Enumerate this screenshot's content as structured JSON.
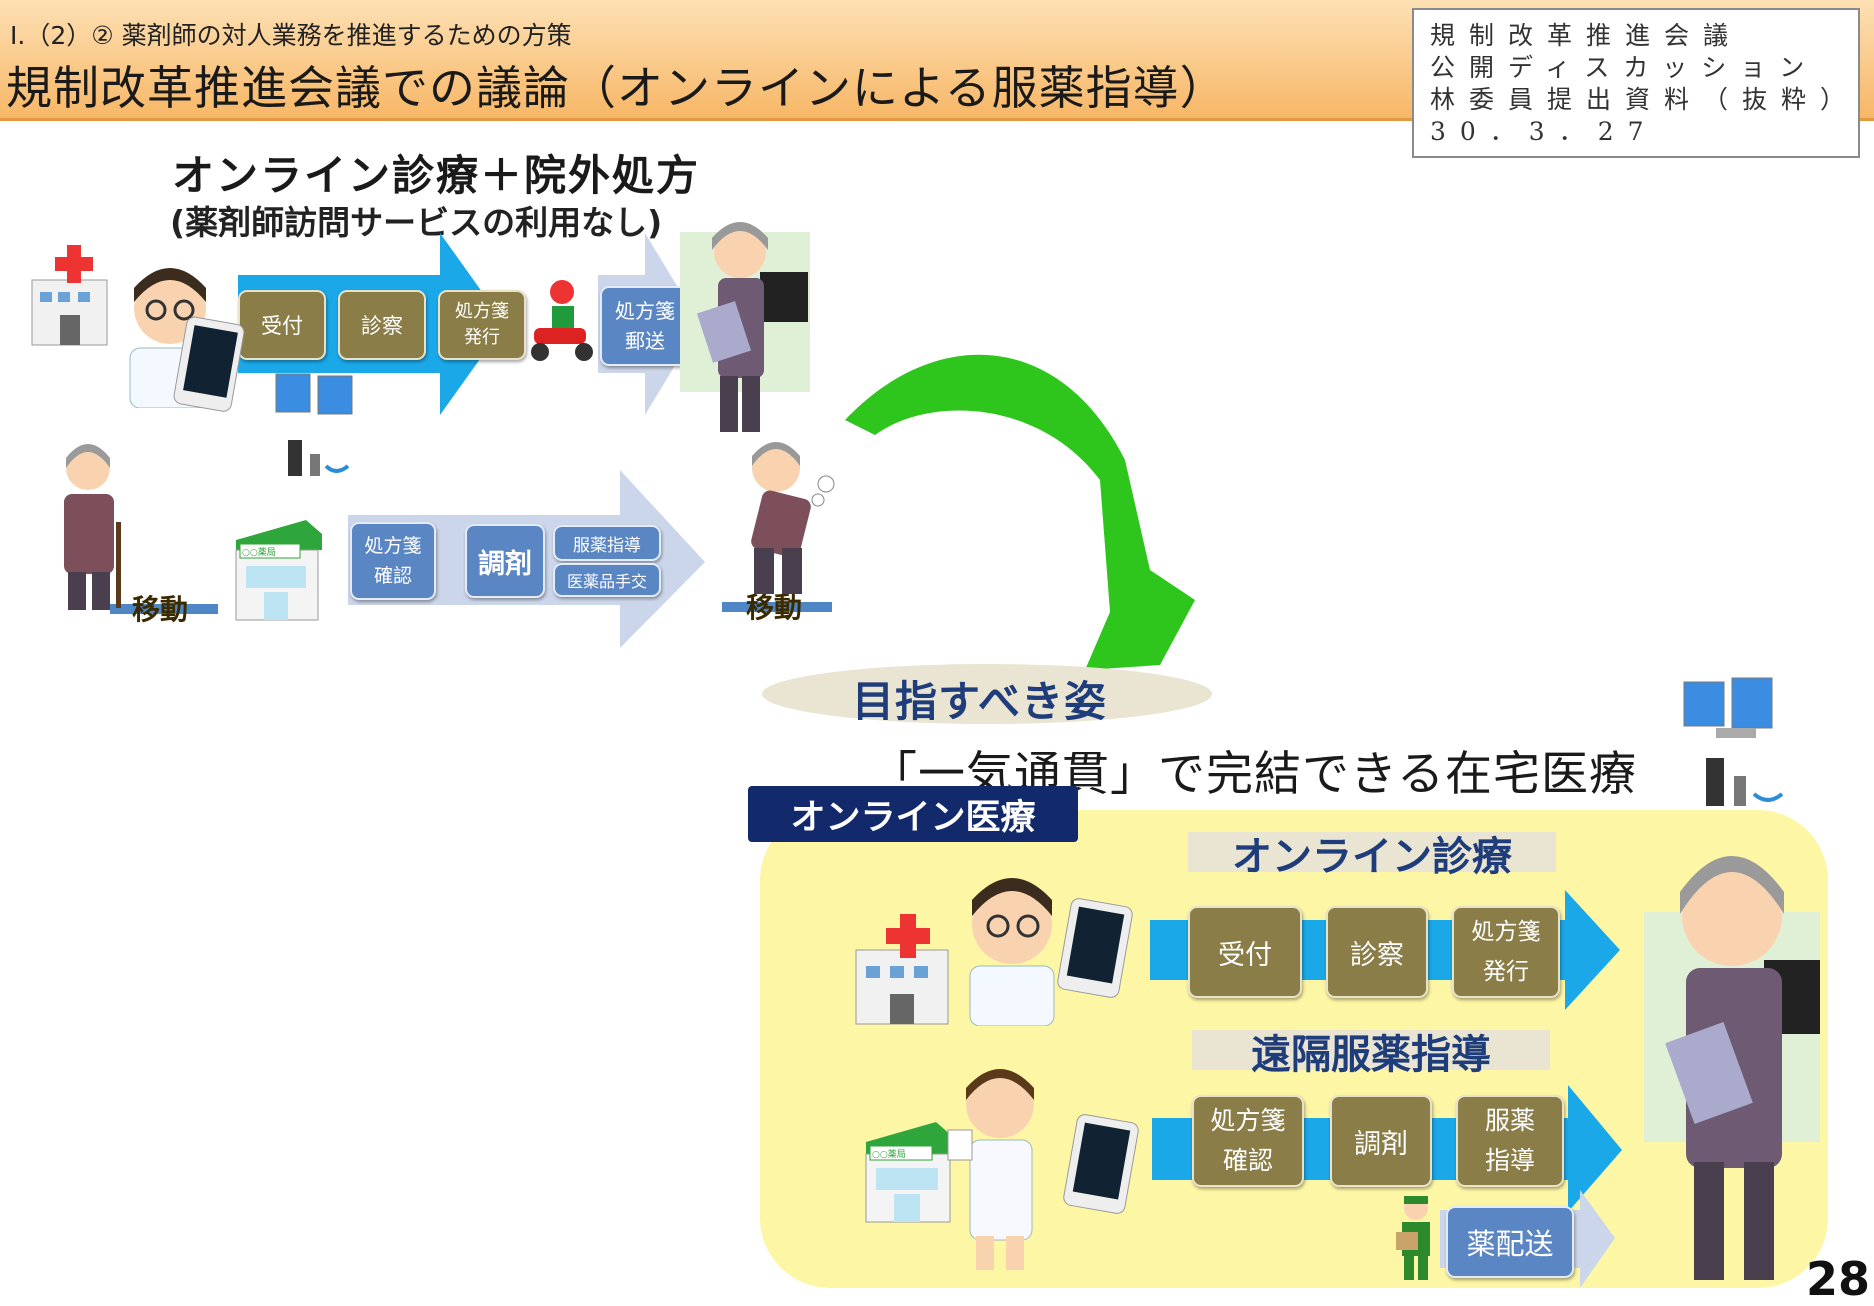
{
  "header": {
    "section_label": "Ⅰ.（2）② 薬剤師の対人業務を推進するための方策",
    "title": "規制改革推進会議での議論（オンラインによる服薬指導）"
  },
  "source_box": {
    "lines": [
      "規制改革推進会議",
      "公開ディスカッション",
      "林委員提出資料（抜粋）",
      "30．3．27"
    ]
  },
  "current": {
    "title": "オンライン診療＋院外処方",
    "subtitle": "(薬剤師訪問サービスの利用なし)",
    "clinic_steps": [
      "受付",
      "診察",
      "処方箋\n発行"
    ],
    "mail_step": "処方箋\n郵送",
    "pharmacy_steps": [
      "処方箋\n確認",
      "調剤"
    ],
    "pharmacy_small_steps": [
      "服薬指導",
      "医薬品手交"
    ],
    "move_label_left": "移動",
    "move_label_right": "移動",
    "pharmacy_sign": "○○薬局"
  },
  "goal": {
    "badge": "目指すべき姿",
    "tagline": "「一気通貫」で完結できる在宅医療",
    "online_tab": "オンライン医療",
    "row1_title": "オンライン診療",
    "row1_steps": [
      "受付",
      "診察",
      "処方箋\n発行"
    ],
    "row2_title": "遠隔服薬指導",
    "row2_steps": [
      "処方箋\n確認",
      "調剤",
      "服薬\n指導"
    ],
    "delivery_step": "薬配送",
    "pharmacy_sign": "○○薬局"
  },
  "page_number": "28",
  "colors": {
    "header_bg": "#f7b767",
    "olive_box": "#8b7d48",
    "blue_box": "#5b86c4",
    "cyan_arrow": "#1aa8e8",
    "pale_arrow": "#ccd6ea",
    "goal_panel": "#fdf6a5",
    "tab_navy": "#12296b",
    "green_arrow": "#2ec51c"
  }
}
